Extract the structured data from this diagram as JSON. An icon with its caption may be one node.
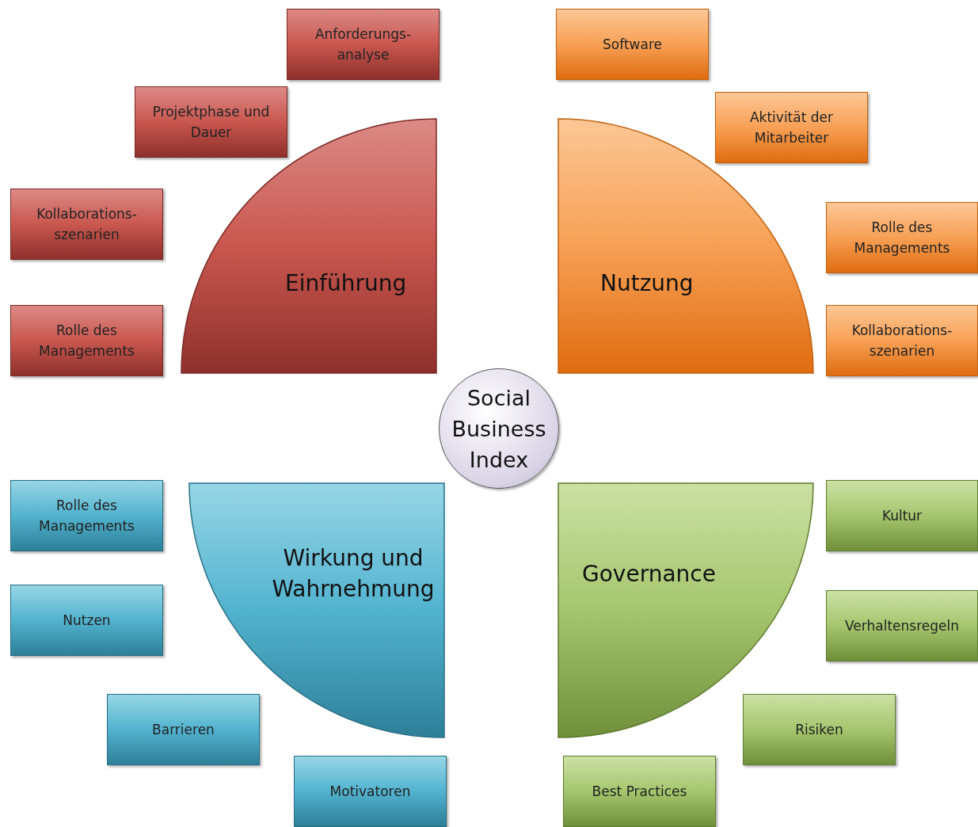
{
  "diagram": {
    "nodes": [
      {
        "text": [
          "Social Business Index"
        ]
      },
      {
        "text": [
          "Einführung"
        ]
      },
      {
        "text": [
          "Anforderungs- analyse"
        ]
      },
      {
        "text": [
          "Projektphase und Dauer"
        ]
      },
      {
        "text": [
          "Kollaborations- szenarien"
        ]
      },
      {
        "text": [
          "Rolle des Managements"
        ]
      },
      {
        "text": [
          "Nutzung"
        ]
      },
      {
        "text": [
          "Software"
        ]
      },
      {
        "text": [
          "Aktivität der Mitarbeiter"
        ]
      },
      {
        "text": [
          "Rolle des Managements"
        ]
      },
      {
        "text": [
          "Kollaborations- szenarien"
        ]
      },
      {
        "text": [
          "Wirkung und Wahrnehmung"
        ]
      },
      {
        "text": [
          "Rolle des Managements"
        ]
      },
      {
        "text": [
          "Nutzen"
        ]
      },
      {
        "text": [
          "Barrieren"
        ]
      },
      {
        "text": [
          "Motivatoren"
        ]
      },
      {
        "text": [
          "Governance"
        ]
      },
      {
        "text": [
          "Kultur"
        ]
      },
      {
        "text": [
          "Verhaltensregeln"
        ]
      },
      {
        "text": [
          "Risiken"
        ]
      },
      {
        "text": [
          "Best Practices"
        ]
      }
    ]
  }
}
